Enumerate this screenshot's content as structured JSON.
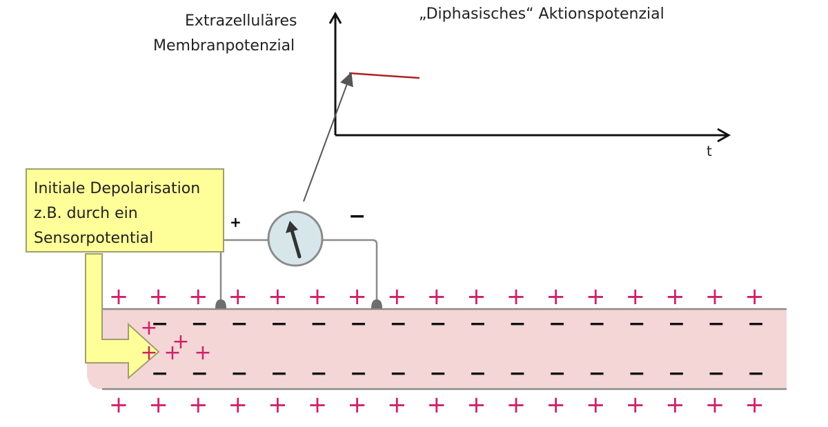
{
  "graph": {
    "y_label_line1": "Extrazelluläres",
    "y_label_line2": "Membranpotenzial",
    "title": "„Diphasisches“ Aktionspotenzial",
    "x_label": "t"
  },
  "callout": {
    "line1": "Initiale Depolarisation",
    "line2": "z.B. durch ein",
    "line3": "Sensorpotential"
  },
  "electrodes": {
    "plus_label": "+",
    "minus_label": "−"
  },
  "charges": {
    "positive_symbol": "+",
    "negative_symbol": "−"
  },
  "colors": {
    "positive_charge": "#d0206a",
    "negative_charge": "#111111",
    "axon_fill": "#f4d6d6",
    "callout_fill": "#ffff99",
    "trace": "#b02020",
    "meter_fill": "#d6e6ea"
  }
}
